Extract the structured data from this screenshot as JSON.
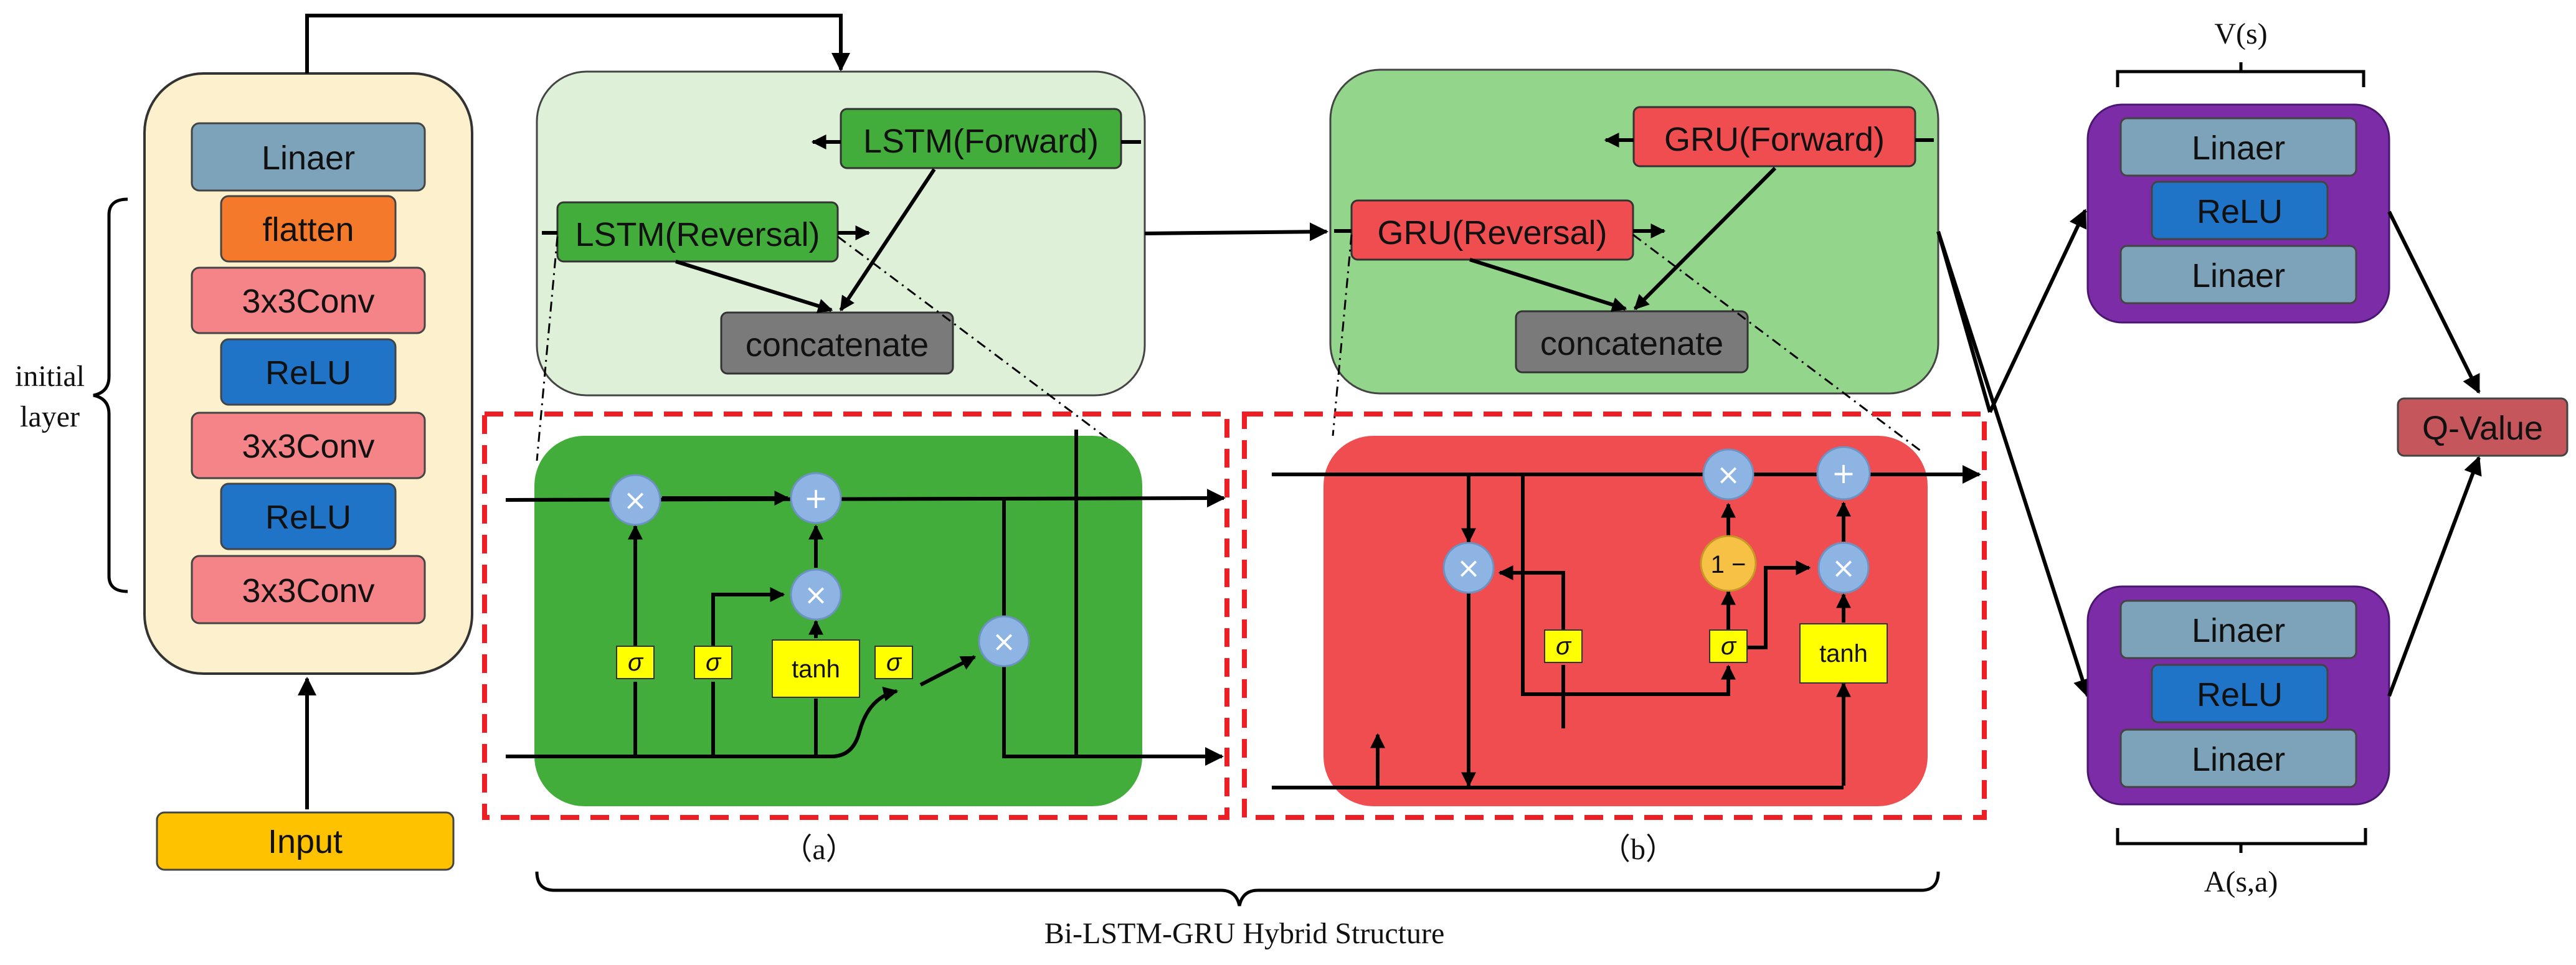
{
  "initial_layer": {
    "label_line1": "initial",
    "label_line2": "layer",
    "blocks": [
      "Linaer",
      "flatten",
      "3x3Conv",
      "ReLU",
      "3x3Conv",
      "ReLU",
      "3x3Conv"
    ],
    "input_label": "Input"
  },
  "lstm_block": {
    "forward_label": "LSTM(Forward)",
    "reversal_label": "LSTM(Reversal)",
    "concat_label": "concatenate",
    "cell": {
      "sigma1": "σ",
      "sigma2": "σ",
      "tanh": "tanh",
      "sigma3": "σ",
      "times": "×",
      "plus": "+"
    },
    "caption": "（a）"
  },
  "gru_block": {
    "forward_label": "GRU(Forward)",
    "reversal_label": "GRU(Reversal)",
    "concat_label": "concatenate",
    "cell": {
      "sigma1": "σ",
      "sigma2": "σ",
      "tanh": "tanh",
      "one_minus": "1 −",
      "times": "×",
      "plus": "+"
    },
    "caption": "（b）"
  },
  "hybrid_label": "Bi-LSTM-GRU Hybrid Structure",
  "value_stream": {
    "label": "V(s)",
    "blocks": [
      "Linaer",
      "ReLU",
      "Linaer"
    ]
  },
  "advantage_stream": {
    "label": "A(s,a)",
    "blocks": [
      "Linaer",
      "ReLU",
      "Linaer"
    ]
  },
  "output_label": "Q-Value",
  "colors": {
    "initial_bg": "#fdf0cc",
    "linear": "#7da3ba",
    "flatten": "#f5792a",
    "conv": "#f48487",
    "relu": "#1f74c7",
    "input": "#ffc200",
    "lstm_panel": "#dff0d8",
    "gru_panel": "#93d58a",
    "lstm_green": "#42ad3a",
    "gru_red": "#ef4d4f",
    "concat": "#7a7a7a",
    "purple": "#7b2ca6",
    "qvalue": "#c5565c",
    "dash_red": "#ee1f24",
    "yellow": "#ffff00",
    "orange_op": "#f6c144"
  }
}
